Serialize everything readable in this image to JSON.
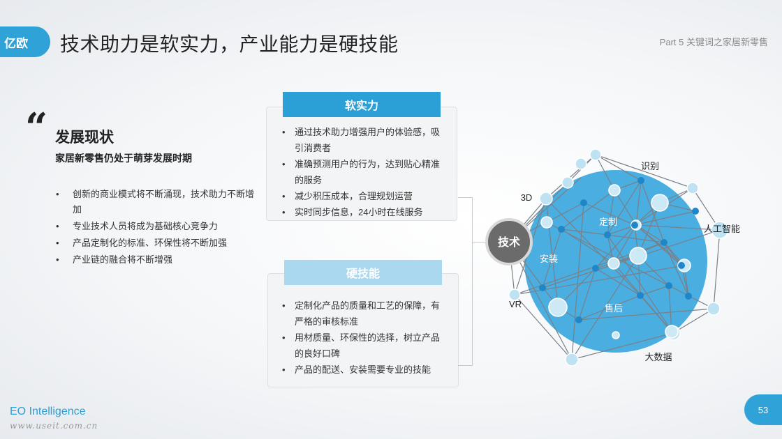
{
  "logo": {
    "text": "亿欧"
  },
  "title": "技术助力是软实力，产业能力是硬技能",
  "part_label": "Part 5 关键词之家居新零售",
  "quote_mark": "“",
  "status": {
    "heading": "发展现状",
    "subheading": "家居新零售仍处于萌芽发展时期",
    "bullets": [
      "创新的商业模式将不断涌现，技术助力不断增加",
      "专业技术人员将成为基础核心竞争力",
      "产品定制化的标准、环保性将不断加强",
      "产业链的融合将不断增强"
    ]
  },
  "soft_power": {
    "header": "软实力",
    "items": [
      "通过技术助力增强用户的体验感，吸引消费者",
      "准确预测用户的行为，达到贴心精准的服务",
      "减少积压成本，合理规划运营",
      "实时同步信息，24小时在线服务"
    ]
  },
  "hard_skill": {
    "header": "硬技能",
    "items": [
      "定制化产品的质量和工艺的保障，有严格的审核标准",
      "用材质量、环保性的选择，树立产品的良好口碑",
      "产品的配送、安装需要专业的技能"
    ]
  },
  "network": {
    "center_label": "技术",
    "outer_labels": [
      "识别",
      "3D",
      "人工智能",
      "VR",
      "大数据"
    ],
    "inner_labels": [
      "定制",
      "安装",
      "售后"
    ]
  },
  "colors": {
    "accent": "#2fa2d8",
    "soft_header": "#2aa0d6",
    "hard_header": "#a9d8ef",
    "disc": "#4aaee0",
    "center_node": "#6b6b6b"
  },
  "footer": {
    "brand": "EO Intelligence",
    "watermark": "www.useit.com.cn",
    "page_number": "53"
  }
}
